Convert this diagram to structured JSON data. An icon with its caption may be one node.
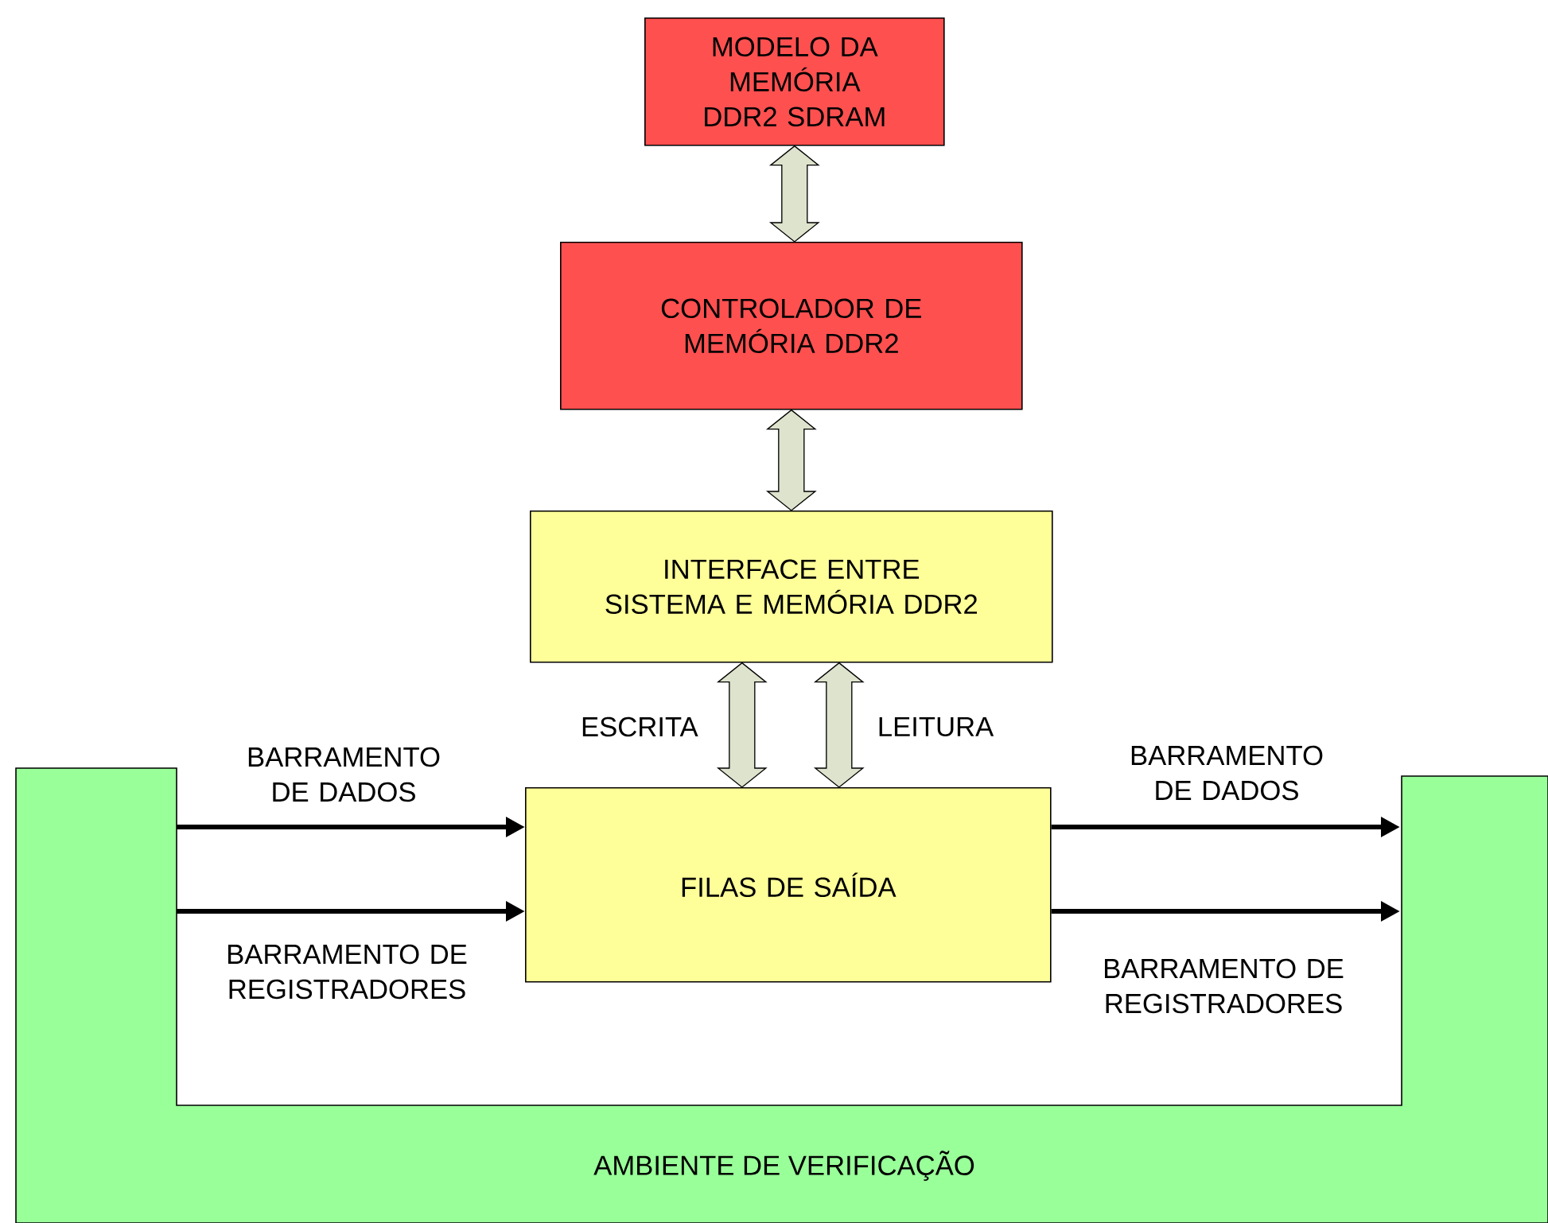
{
  "diagram": {
    "nodes": [
      {
        "text": [
          "MODELO DA MEMÓRIA DDR2 SDRAM"
        ]
      },
      {
        "text": [
          "CONTROLADOR DE MEMÓRIA DDR2"
        ]
      },
      {
        "text": [
          "INTERFACE ENTRE SISTEMA E MEMÓRIA DDR2"
        ]
      },
      {
        "text": [
          "AMBIENTE DE VERIFICAÇÃO"
        ]
      },
      {
        "text": [
          "FILAS DE SAÍDA"
        ]
      }
    ],
    "edges": [
      {
        "from": 0,
        "to": 1,
        "arrow": "both",
        "style": "thick",
        "color": "#dde3cc"
      },
      {
        "from": 1,
        "to": 2,
        "arrow": "both",
        "style": "thick",
        "color": "#dde3cc"
      },
      {
        "from": 2,
        "to": 4,
        "arrow": "both",
        "label": "ESCRITA",
        "style": "thick",
        "color": "#dde3cc"
      },
      {
        "from": 2,
        "to": 4,
        "arrow": "both",
        "label": "LEITURA",
        "style": "thick",
        "color": "#dde3cc"
      },
      {
        "from": 3,
        "to": 4,
        "arrow": "to",
        "label": "BARRAMENTO DE DADOS"
      },
      {
        "from": 3,
        "to": 4,
        "arrow": "to",
        "label": "BARRAMENTO DE REGISTRADORES"
      },
      {
        "from": 4,
        "to": 3,
        "arrow": "to",
        "label": "BARRAMENTO DE DADOS"
      },
      {
        "from": 4,
        "to": 3,
        "arrow": "to",
        "label": "BARRAMENTO DE REGISTRADORES"
      }
    ]
  }
}
